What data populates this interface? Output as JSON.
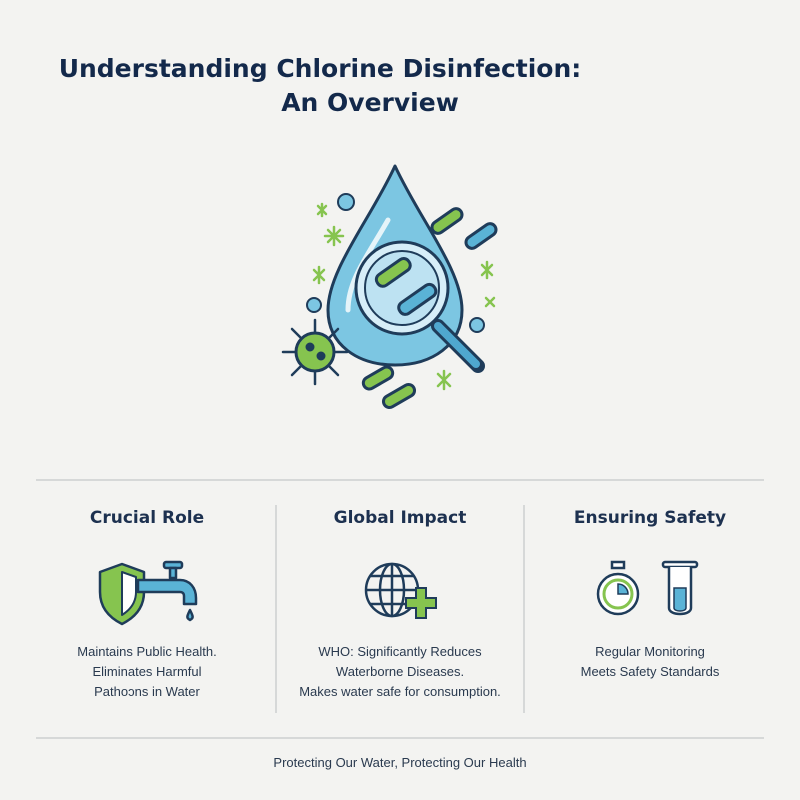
{
  "title": {
    "line1": "Understanding Chlorine Disinfection:",
    "line2": "An Overview"
  },
  "panels": [
    {
      "heading": "Crucial Role",
      "lines": [
        "Maintains Public Health.",
        "Eliminates Harmful",
        "Pathoᴐns in Water"
      ]
    },
    {
      "heading": "Global Impact",
      "lines": [
        "WHO: Significantly Reduces",
        "Waterborne Diseases.",
        "Makes water safe for consumption."
      ]
    },
    {
      "heading": "Ensuring Safety",
      "lines": [
        "Regular Monitoring",
        "Meets Safety Standards"
      ]
    }
  ],
  "footer": "Protecting Our Water, Protecting Our Health",
  "icons": [
    "water-drop-icon",
    "magnifying-glass-icon",
    "virus-icon",
    "bacteria-icon",
    "shield-icon",
    "faucet-icon",
    "globe-plus-icon",
    "stopwatch-icon",
    "test-tube-icon"
  ],
  "colors": {
    "navy": "#13294b",
    "blue": "#5ab3d6",
    "green": "#7bbf4a"
  }
}
